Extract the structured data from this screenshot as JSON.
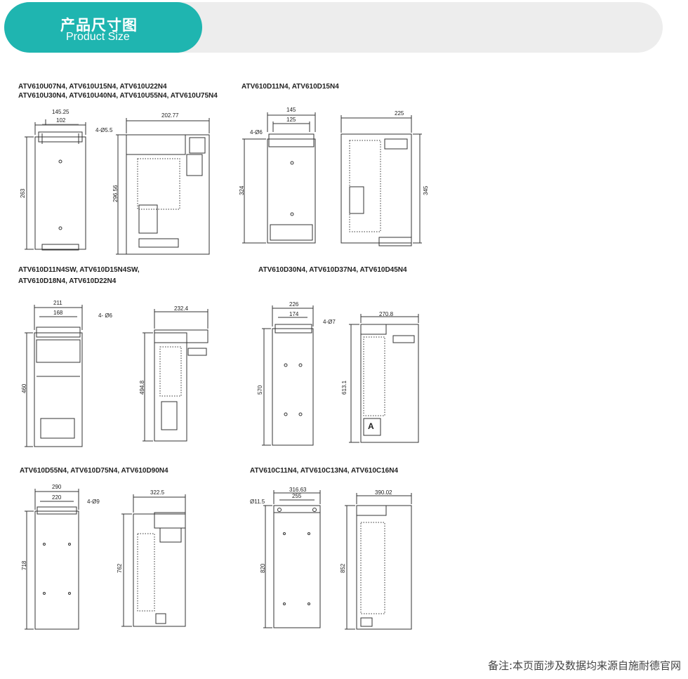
{
  "header": {
    "title": "产品尺寸图",
    "subtitle": "Product Size"
  },
  "groups": [
    {
      "line1": "ATV610U07N4, ATV610U15N4, ATV610U22N4",
      "line2": "ATV610U30N4, ATV610U40N4, ATV610U55N4, ATV610U75N4",
      "front_w": "145.25",
      "front_inner": "102",
      "holes": "4-Ø5.5",
      "front_h": "263",
      "side_w": "202.77",
      "side_h": "296.56"
    },
    {
      "line1": "ATV610D11N4, ATV610D15N4",
      "line2": "",
      "front_w": "145",
      "front_inner": "125",
      "holes": "4-Ø6",
      "front_h": "324",
      "side_w": "225",
      "side_h": "345"
    },
    {
      "line1": "ATV610D11N4SW,  ATV610D15N4SW,",
      "line2": "ATV610D18N4, ATV610D22N4",
      "front_w": "211",
      "front_inner": "168",
      "holes": "4- Ø6",
      "front_h": "460",
      "side_w": "232.4",
      "side_h": "494.8"
    },
    {
      "line1": "ATV610D30N4, ATV610D37N4, ATV610D45N4",
      "line2": "",
      "front_w": "226",
      "front_inner": "174",
      "holes": "4-Ø7",
      "front_h": "570",
      "side_w": "270.8",
      "side_h": "613.1",
      "side_letter": "A"
    },
    {
      "line1": "ATV610D55N4, ATV610D75N4, ATV610D90N4",
      "line2": "",
      "front_w": "290",
      "front_inner": "220",
      "holes": "4-Ø9",
      "front_h": "718",
      "side_w": "322.5",
      "side_h": "762"
    },
    {
      "line1": "ATV610C11N4, ATV610C13N4, ATV610C16N4",
      "line2": "",
      "front_w": "316.63",
      "front_inner": "255",
      "holes": "Ø11.5",
      "front_h": "820",
      "side_w": "390.02",
      "side_h": "852"
    }
  ],
  "footer": {
    "note": "备注:本页面涉及数据均来源自施耐德官网"
  }
}
